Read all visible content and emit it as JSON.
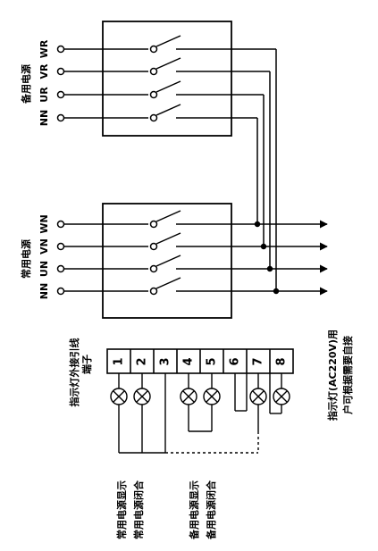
{
  "backup_source": {
    "title": "备用电源",
    "terminals": [
      "WR",
      "VR",
      "UR",
      "NN"
    ]
  },
  "main_source": {
    "title": "常用电源",
    "terminals": [
      "WN",
      "VN",
      "UN",
      "NN"
    ]
  },
  "indicator_block": {
    "title_line1": "指示灯外接引线",
    "title_line2": "端子",
    "terminal_numbers": [
      "1",
      "2",
      "3",
      "4",
      "5",
      "6",
      "7",
      "8"
    ]
  },
  "legends": {
    "main_on": "常用电源显示",
    "main_closed": "常用电源闭合",
    "backup_on": "备用电源显示",
    "backup_closed": "备用电源闭合"
  },
  "note": {
    "line1": "指示灯(AC220V)用",
    "line2": "户可根据需要自接"
  }
}
